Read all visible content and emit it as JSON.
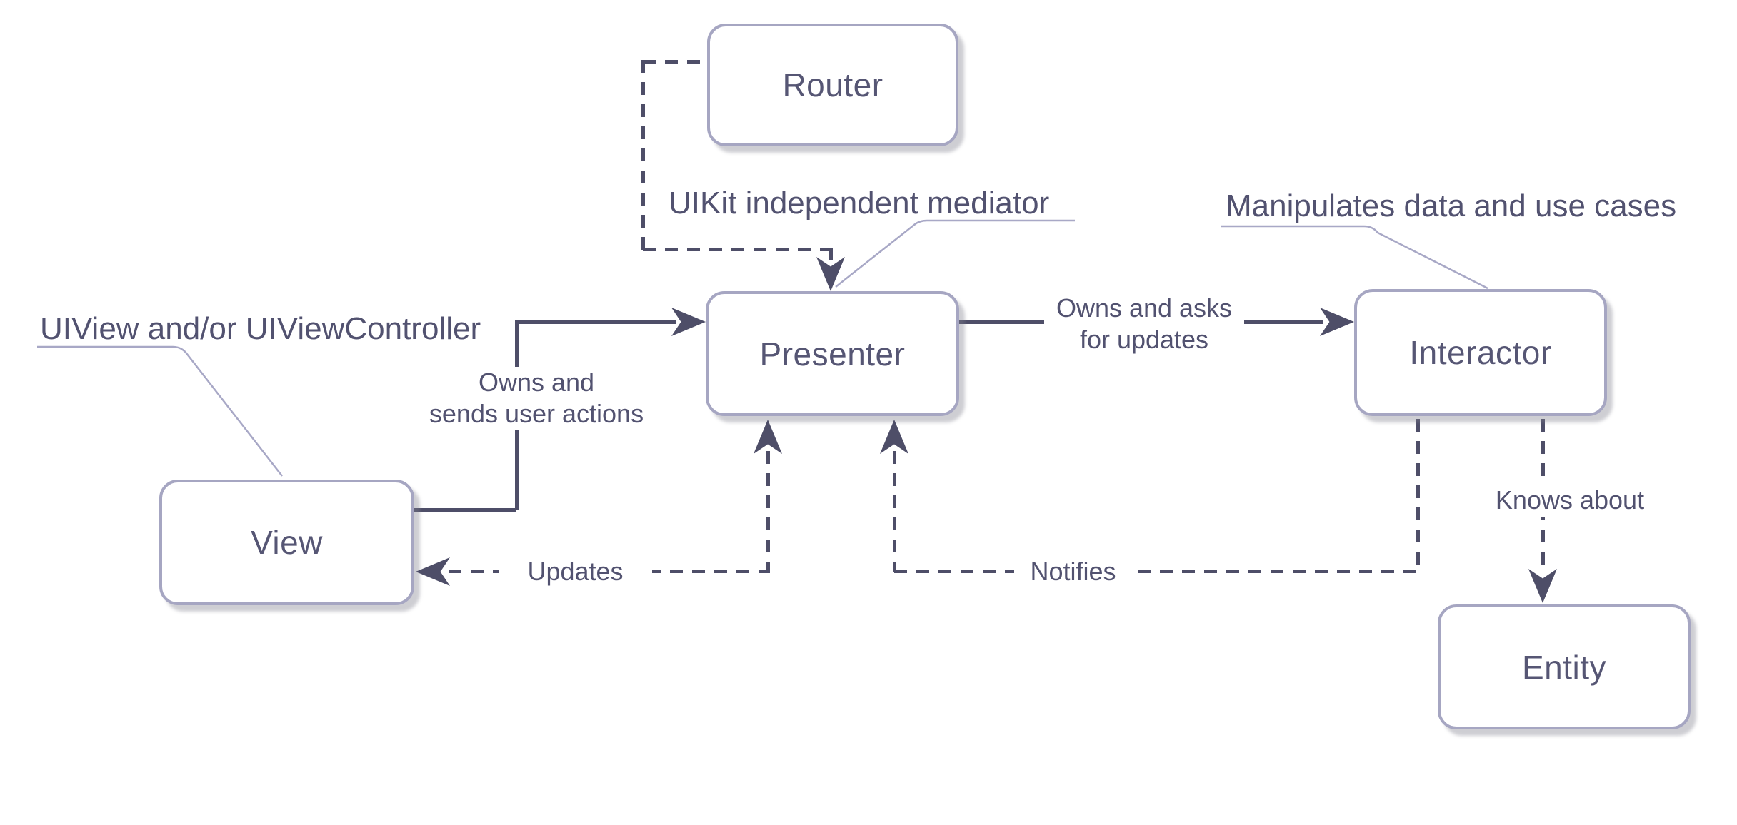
{
  "diagram": {
    "kind": "architecture-flow-diagram",
    "pattern": "VIPER"
  },
  "colors": {
    "background": "#ffffff",
    "node_fill": "#ffffff",
    "node_border": "#a6a6c2",
    "node_text": "#565674",
    "connector": "#4e4e68",
    "leader": "#a8a8c6",
    "label_text": "#525270"
  },
  "nodes": {
    "router": {
      "label": "Router"
    },
    "view": {
      "label": "View"
    },
    "presenter": {
      "label": "Presenter"
    },
    "interactor": {
      "label": "Interactor"
    },
    "entity": {
      "label": "Entity"
    }
  },
  "edges": {
    "view_to_presenter": {
      "style": "solid",
      "from": "View",
      "to": "Presenter",
      "label_line1": "Owns and",
      "label_line2": "sends user actions"
    },
    "presenter_to_interactor": {
      "style": "solid",
      "from": "Presenter",
      "to": "Interactor",
      "label_line1": "Owns and asks",
      "label_line2": "for updates"
    },
    "router_to_presenter": {
      "style": "dashed",
      "from": "Router",
      "to": "Presenter",
      "label": ""
    },
    "presenter_to_view": {
      "style": "dashed",
      "from": "Presenter",
      "to": "View",
      "label": "Updates"
    },
    "interactor_to_presenter": {
      "style": "dashed",
      "from": "Interactor",
      "to": "Presenter",
      "label": "Notifies"
    },
    "interactor_to_entity": {
      "style": "dashed",
      "from": "Interactor",
      "to": "Entity",
      "label": "Knows about"
    }
  },
  "callouts": {
    "view_note": "UIView and/or UIViewController",
    "presenter_note": "UIKit independent mediator",
    "interactor_note": "Manipulates data and use cases"
  }
}
